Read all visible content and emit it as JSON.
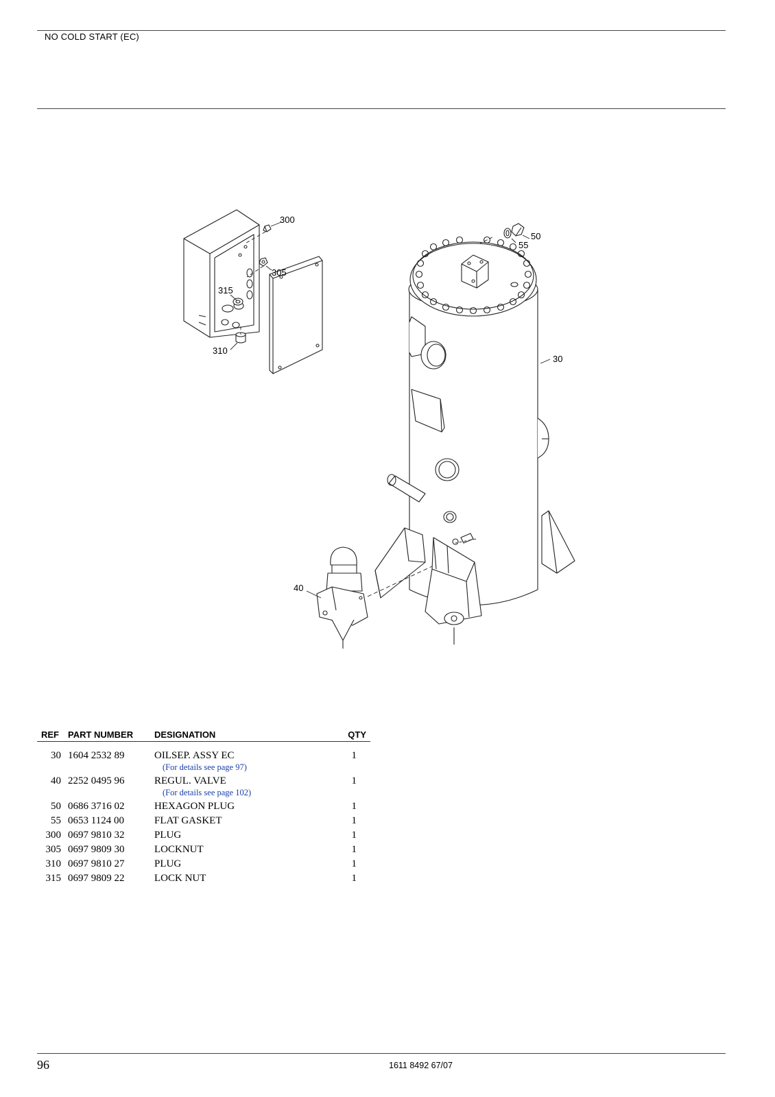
{
  "header": {
    "title": "NO COLD START (EC)"
  },
  "callouts": {
    "c300": "300",
    "c305": "305",
    "c315": "315",
    "c310": "310",
    "c50": "50",
    "c55": "55",
    "c30": "30",
    "c40": "40"
  },
  "table": {
    "headers": {
      "ref": "REF",
      "part_number": "PART NUMBER",
      "designation": "DESIGNATION",
      "qty": "QTY"
    },
    "rows": [
      {
        "ref": "30",
        "part_number": "1604 2532 89",
        "designation": "OILSEP. ASSY EC",
        "qty": "1",
        "note": "(For details see page 97)"
      },
      {
        "ref": "40",
        "part_number": "2252 0495 96",
        "designation": "REGUL. VALVE",
        "qty": "1",
        "note": "(For details see page 102)"
      },
      {
        "ref": "50",
        "part_number": "0686 3716 02",
        "designation": "HEXAGON PLUG",
        "qty": "1"
      },
      {
        "ref": "55",
        "part_number": "0653 1124 00",
        "designation": "FLAT GASKET",
        "qty": "1"
      },
      {
        "ref": "300",
        "part_number": "0697 9810 32",
        "designation": "PLUG",
        "qty": "1"
      },
      {
        "ref": "305",
        "part_number": "0697 9809 30",
        "designation": "LOCKNUT",
        "qty": "1"
      },
      {
        "ref": "310",
        "part_number": "0697 9810 27",
        "designation": "PLUG",
        "qty": "1"
      },
      {
        "ref": "315",
        "part_number": "0697 9809 22",
        "designation": "LOCK NUT",
        "qty": "1"
      }
    ]
  },
  "footer": {
    "page_number": "96",
    "doc_number": "1611 8492 67/07"
  }
}
